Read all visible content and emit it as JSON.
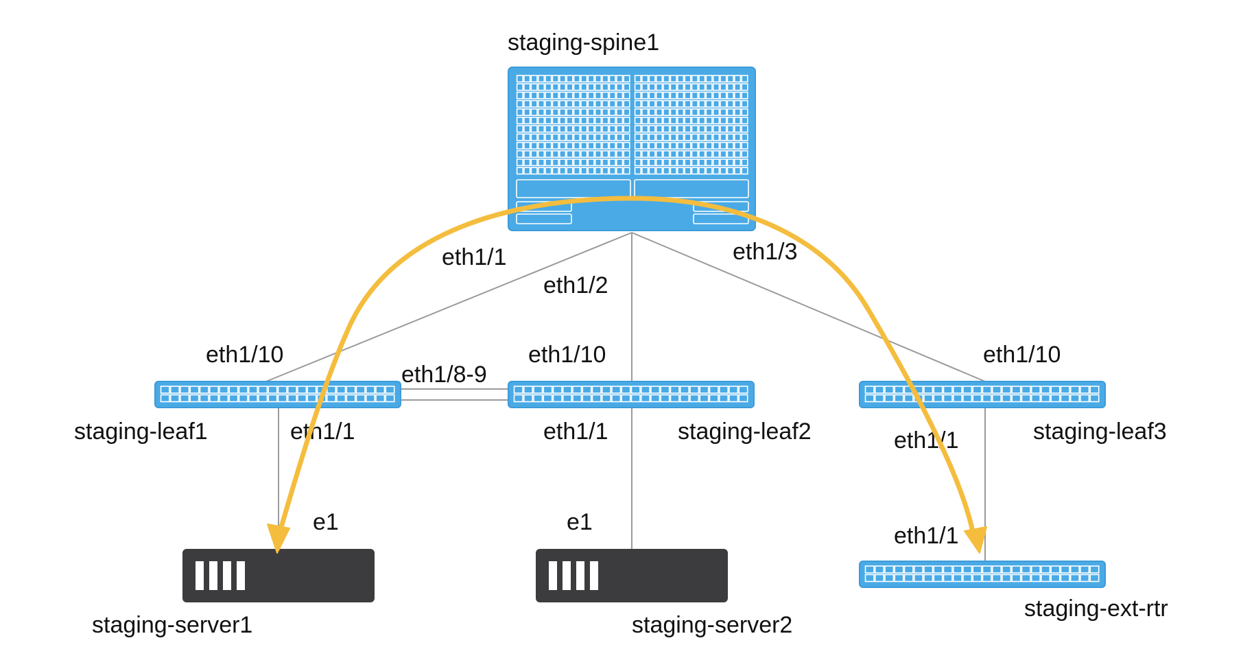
{
  "nodes": {
    "spine": {
      "name": "staging-spine1"
    },
    "leaf1": {
      "name": "staging-leaf1"
    },
    "leaf2": {
      "name": "staging-leaf2"
    },
    "leaf3": {
      "name": "staging-leaf3"
    },
    "server1": {
      "name": "staging-server1"
    },
    "server2": {
      "name": "staging-server2"
    },
    "ext_rtr": {
      "name": "staging-ext-rtr"
    }
  },
  "ports": {
    "spine_leaf1": "eth1/1",
    "spine_leaf2": "eth1/2",
    "spine_leaf3": "eth1/3",
    "leaf1_uplink": "eth1/10",
    "leaf2_uplink": "eth1/10",
    "leaf3_uplink": "eth1/10",
    "leaf1_leaf2_peer": "eth1/8-9",
    "leaf1_server": "eth1/1",
    "leaf2_server": "eth1/1",
    "leaf3_router": "eth1/1",
    "server1_nic": "e1",
    "server2_nic": "e1",
    "router_port": "eth1/1"
  },
  "colors": {
    "switch": "#4aaae6",
    "server": "#3c3c3e",
    "link": "#9a9a9a",
    "traffic_flow": "#f4bd3e"
  }
}
